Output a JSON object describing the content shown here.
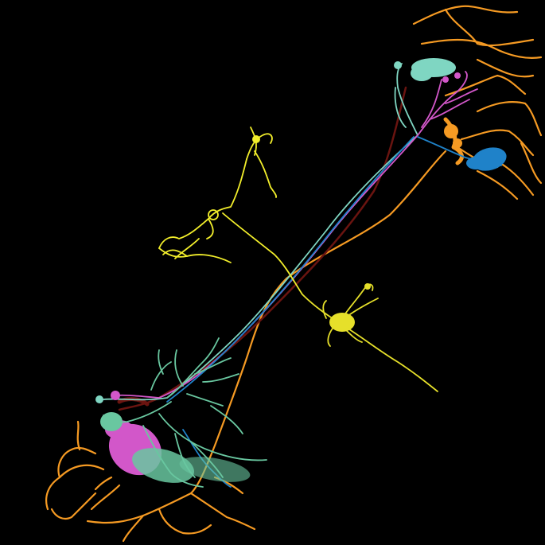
{
  "scene": {
    "background": "#000000",
    "neurons": [
      {
        "name": "orange-neuron",
        "color": "#f59a23"
      },
      {
        "name": "teal-neuron",
        "color": "#7fd6c2"
      },
      {
        "name": "green-neuron",
        "color": "#69c7a0"
      },
      {
        "name": "magenta-neuron",
        "color": "#d257c9"
      },
      {
        "name": "blue-neuron",
        "color": "#1f82c9"
      },
      {
        "name": "yellow-neuron-upper",
        "color": "#f2ee2b"
      },
      {
        "name": "yellow-neuron-lower",
        "color": "#e6e02a"
      },
      {
        "name": "dark-red-neuron",
        "color": "#6a1410"
      }
    ]
  }
}
